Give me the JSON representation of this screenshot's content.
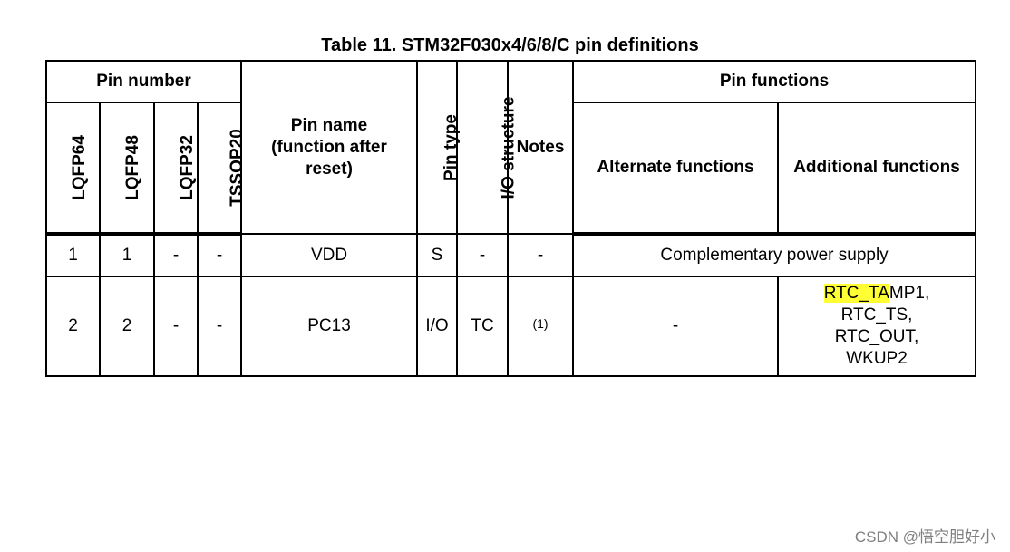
{
  "title": "Table 11. STM32F030x4/6/8/C pin definitions",
  "headers": {
    "pin_number": "Pin number",
    "packages": [
      "LQFP64",
      "LQFP48",
      "LQFP32",
      "TSSOP20"
    ],
    "pin_name_line1": "Pin name",
    "pin_name_line2": "(function after",
    "pin_name_line3": "reset)",
    "pin_type": "Pin type",
    "io_structure": "I/O structure",
    "notes": "Notes",
    "pin_functions": "Pin functions",
    "alternate_functions": "Alternate functions",
    "additional_functions": "Additional functions"
  },
  "rows": [
    {
      "lqfp64": "1",
      "lqfp48": "1",
      "lqfp32": "-",
      "tssop20": "-",
      "pin_name": "VDD",
      "pin_type": "S",
      "io_structure": "-",
      "notes": "-",
      "functions_merged": "Complementary power supply"
    },
    {
      "lqfp64": "2",
      "lqfp48": "2",
      "lqfp32": "-",
      "tssop20": "-",
      "pin_name": "PC13",
      "pin_type": "I/O",
      "io_structure": "TC",
      "notes": "(1)",
      "alternate_functions": "-",
      "additional_functions": {
        "line1_highlighted": "RTC_TA",
        "line1_rest": "MP1,",
        "line2": "RTC_TS,",
        "line3": "RTC_OUT,",
        "line4": "WKUP2"
      }
    }
  ],
  "highlight_color": "#ffff33",
  "watermark": "CSDN @悟空胆好小"
}
